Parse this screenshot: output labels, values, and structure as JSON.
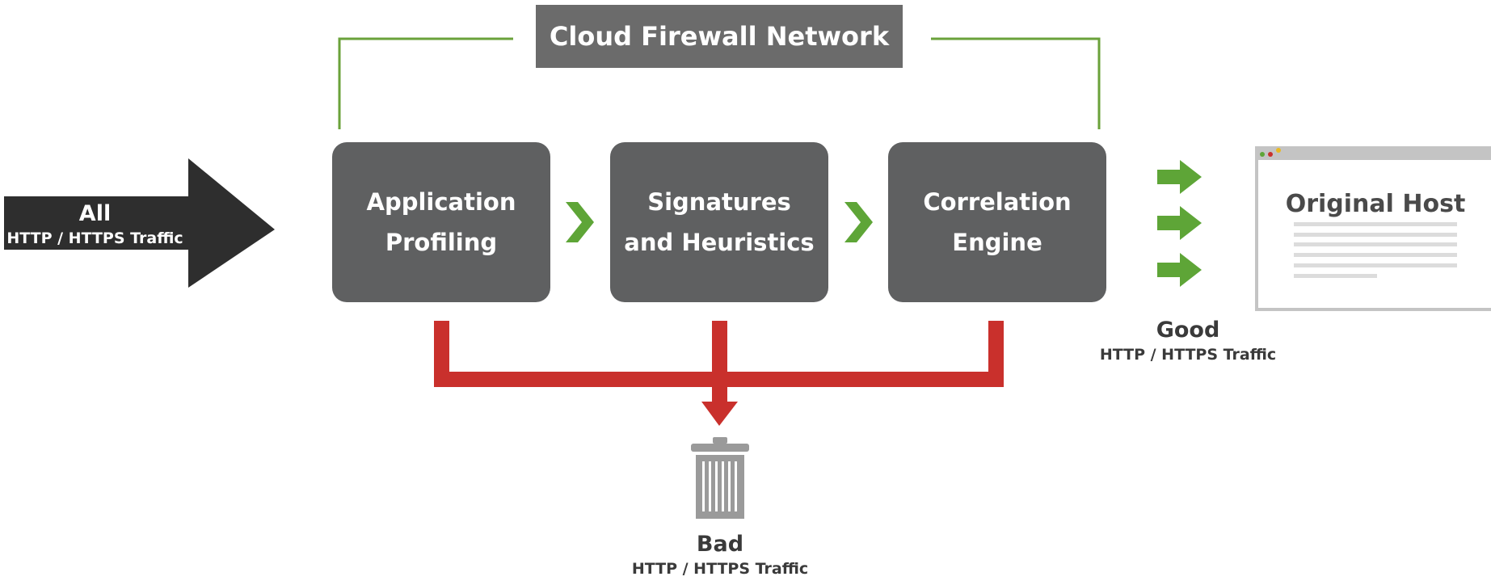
{
  "title": "Cloud Firewall Network",
  "input": {
    "label": "All",
    "sublabel": "HTTP / HTTPS Traffic"
  },
  "stages": [
    {
      "line1": "Application",
      "line2": "Profiling"
    },
    {
      "line1": "Signatures",
      "line2": "and Heuristics"
    },
    {
      "line1": "Correlation",
      "line2": "Engine"
    }
  ],
  "host": {
    "title": "Original Host"
  },
  "good": {
    "label": "Good",
    "sublabel": "HTTP / HTTPS Traffic"
  },
  "bad": {
    "label": "Bad",
    "sublabel": "HTTP / HTTPS Traffic"
  },
  "colors": {
    "stage": "#5f6061",
    "bracket": "#6aa23a",
    "good_arrow": "#5ea537",
    "bad_flow": "#c9302c",
    "input_arrow": "#2e2e2e",
    "trash": "#9a9a9a"
  },
  "icons": {
    "trash": "trash-can-icon",
    "browser": "browser-window-icon"
  }
}
